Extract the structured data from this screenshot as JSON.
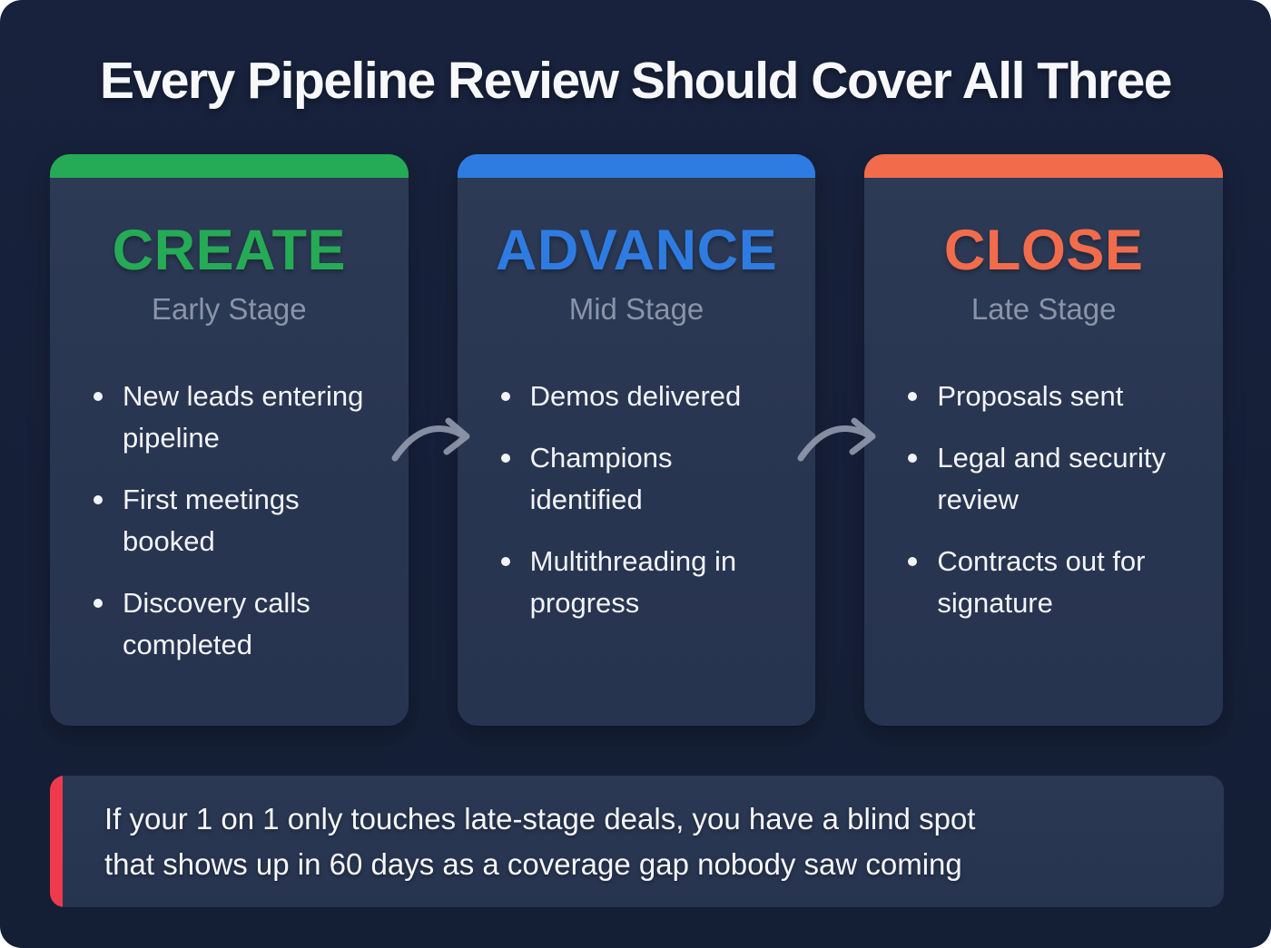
{
  "page": {
    "title": "Every Pipeline Review Should Cover All Three"
  },
  "colors": {
    "canvas_background": "#151f38",
    "card_background": "#283550",
    "green_accent": "#25ab55",
    "blue_accent": "#2e7ce2",
    "orange_accent": "#f26c4c",
    "red_accent": "#ee3a4c",
    "subtitle_gray": "#8a94a9",
    "arrow_gray": "#99a2b4",
    "text_white": "#f2f4f8"
  },
  "icons": {
    "stage_arrow": "curved-arrow-right"
  },
  "cards": [
    {
      "heading": "CREATE",
      "subtitle": "Early Stage",
      "accent": "#25ab55",
      "items": [
        "New leads entering pipeline",
        "First meetings booked",
        "Discovery calls completed"
      ]
    },
    {
      "heading": "ADVANCE",
      "subtitle": "Mid Stage",
      "accent": "#2e7ce2",
      "items": [
        "Demos delivered",
        "Champions identified",
        "Multithreading in progress"
      ]
    },
    {
      "heading": "CLOSE",
      "subtitle": "Late Stage",
      "accent": "#f26c4c",
      "items": [
        "Proposals sent",
        "Legal and security review",
        "Contracts out for signature"
      ]
    }
  ],
  "callout": {
    "line1": "If your 1 on 1 only touches late-stage deals, you have a blind spot",
    "line2": "that shows up in 60 days as a coverage gap nobody saw coming"
  }
}
